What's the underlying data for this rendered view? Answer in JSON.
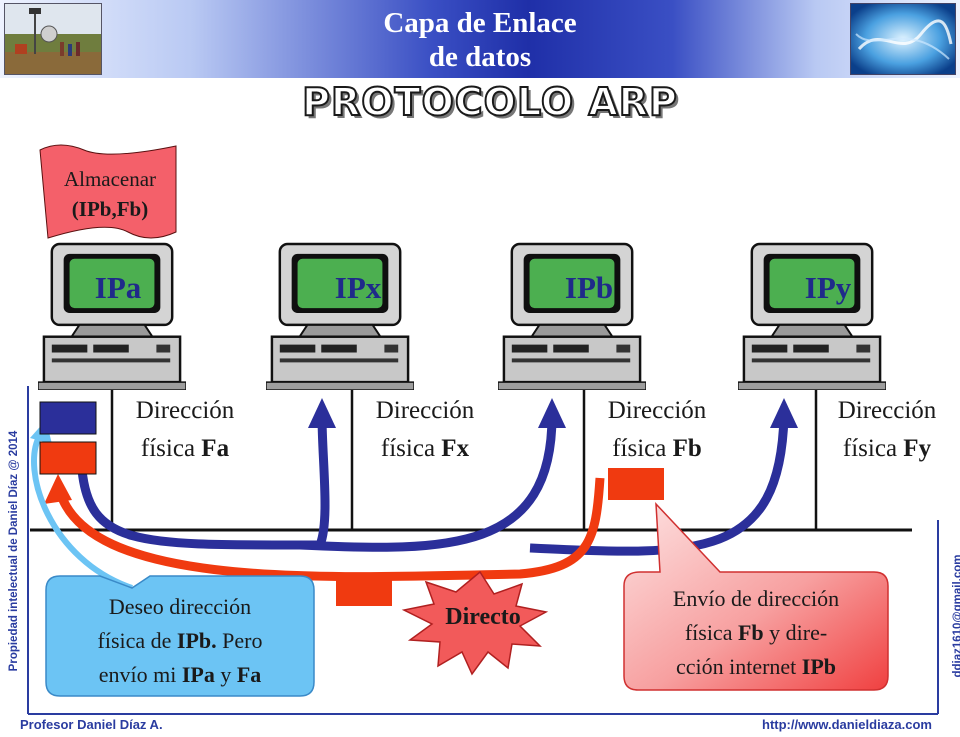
{
  "header": {
    "title_line1": "Capa de Enlace",
    "title_line2": "de datos"
  },
  "main_title": "PROTOCOLO ARP",
  "store_note": {
    "line1": "Almacenar",
    "line2": "(IPb,Fb)"
  },
  "hosts": [
    {
      "ip": "IPa",
      "addr_line1": "Dirección",
      "addr_prefix": "física ",
      "addr_id": "Fa"
    },
    {
      "ip": "IPx",
      "addr_line1": "Dirección",
      "addr_prefix": "física ",
      "addr_id": "Fx"
    },
    {
      "ip": "IPb",
      "addr_line1": "Dirección",
      "addr_prefix": "física ",
      "addr_id": "Fb"
    },
    {
      "ip": "IPy",
      "addr_line1": "Dirección",
      "addr_prefix": "física ",
      "addr_id": "Fy"
    }
  ],
  "request_callout": {
    "l1": "Deseo dirección",
    "l2a": "física de ",
    "l2b": "IPb.",
    "l2c": " Pero",
    "l3a": "envío mi ",
    "l3b": "IPa",
    "l3c": " y ",
    "l3d": "Fa"
  },
  "reply_callout": {
    "l1": "Envío de dirección",
    "l2a": "física ",
    "l2b": "Fb",
    "l2c": " y dire-",
    "l3a": "cción internet ",
    "l3b": "IPb"
  },
  "burst_label": "Directo",
  "side_left": "Propiedad intelectual de Daniel Díaz @ 2014",
  "side_right": "ddiaz1610@gmail.com",
  "footer": {
    "author": "Profesor Daniel Díaz A.",
    "url": "http://www.danieldiaza.com"
  },
  "colors": {
    "request": "#2b2f9a",
    "reply": "#f03a10",
    "border": "#2a3ca0",
    "callout_blue": "#6cc4f4"
  }
}
